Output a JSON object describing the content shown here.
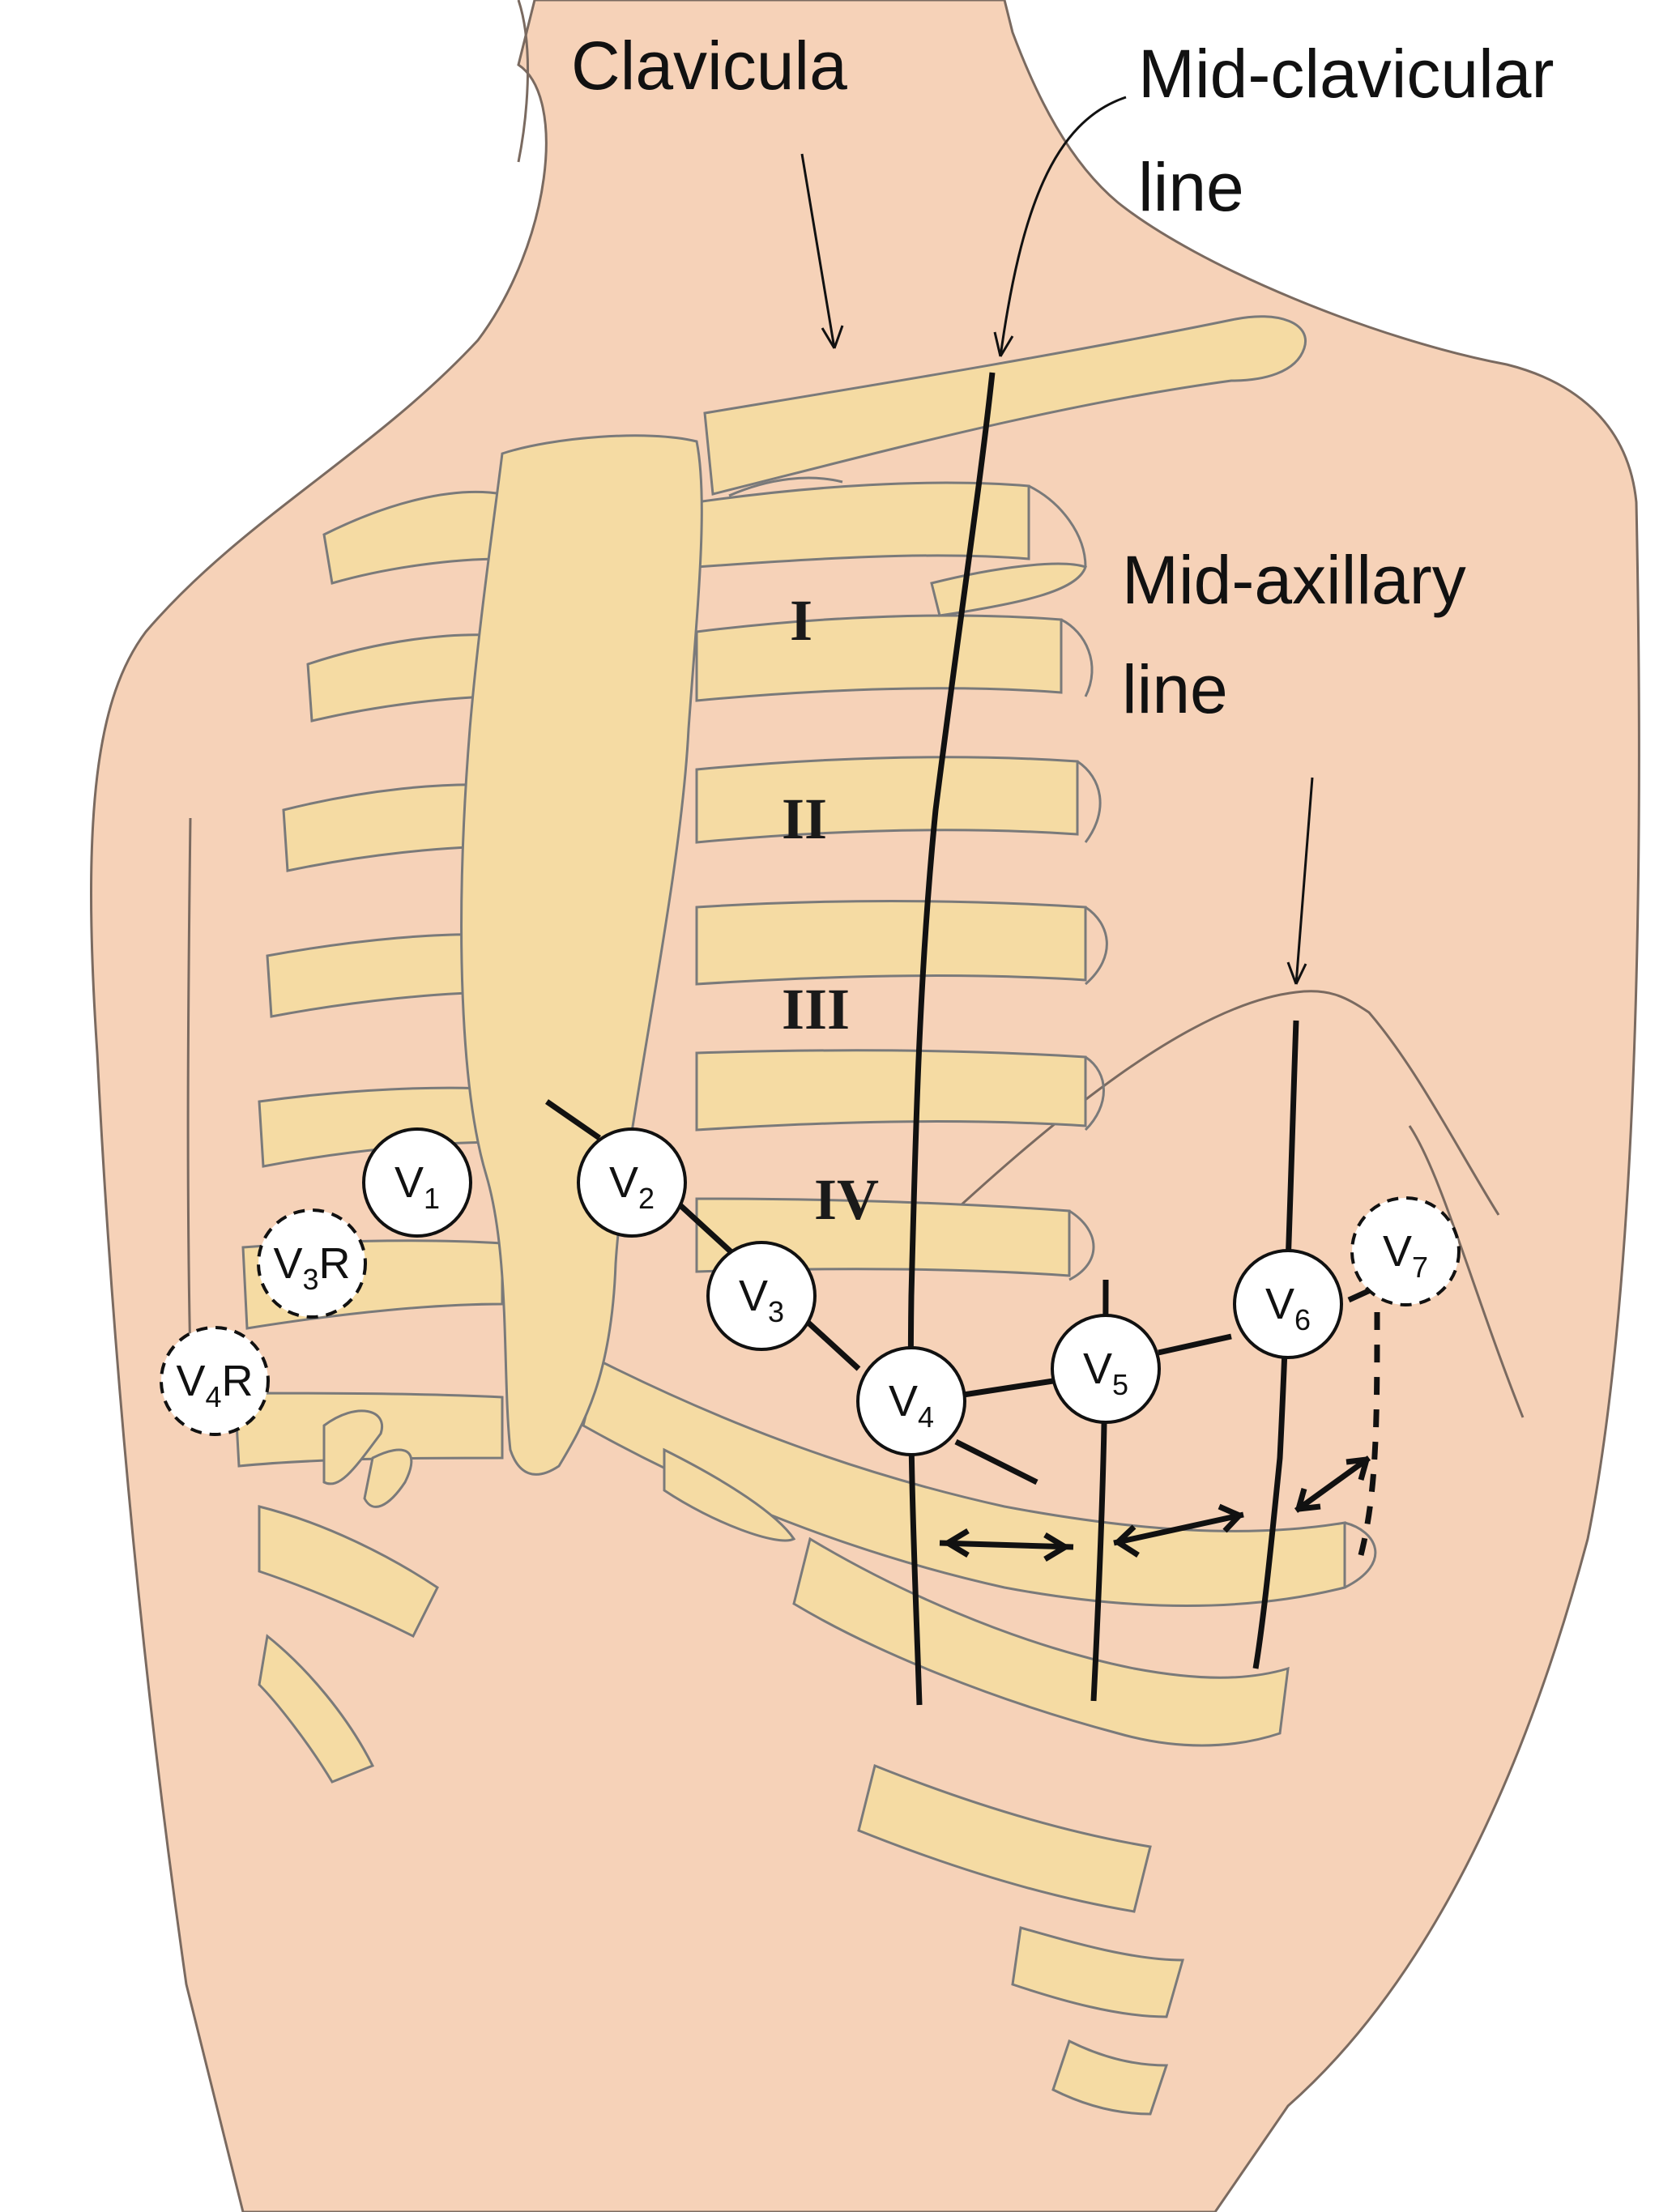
{
  "labels": {
    "clavicula": "Clavicula",
    "mid_clavicular_1": "Mid-clavicular",
    "mid_clavicular_2": "line",
    "mid_axillary_1": "Mid-axillary",
    "mid_axillary_2": "line"
  },
  "intercostal_spaces": [
    "I",
    "II",
    "III",
    "IV"
  ],
  "electrodes": {
    "v1": {
      "main": "V",
      "sub": "1",
      "suffix": "",
      "dashed": false
    },
    "v2": {
      "main": "V",
      "sub": "2",
      "suffix": "",
      "dashed": false
    },
    "v3": {
      "main": "V",
      "sub": "3",
      "suffix": "",
      "dashed": false
    },
    "v4": {
      "main": "V",
      "sub": "4",
      "suffix": "",
      "dashed": false
    },
    "v5": {
      "main": "V",
      "sub": "5",
      "suffix": "",
      "dashed": false
    },
    "v6": {
      "main": "V",
      "sub": "6",
      "suffix": "",
      "dashed": false
    },
    "v7": {
      "main": "V",
      "sub": "7",
      "suffix": "",
      "dashed": true
    },
    "v3r": {
      "main": "V",
      "sub": "3",
      "suffix": "R",
      "dashed": true
    },
    "v4r": {
      "main": "V",
      "sub": "4",
      "suffix": "R",
      "dashed": true
    }
  },
  "colors": {
    "skin": "#f6d2b8",
    "bone": "#f5dba3",
    "outline": "#6b6b6b",
    "ink": "#111111",
    "electrode_fill": "#ffffff"
  }
}
